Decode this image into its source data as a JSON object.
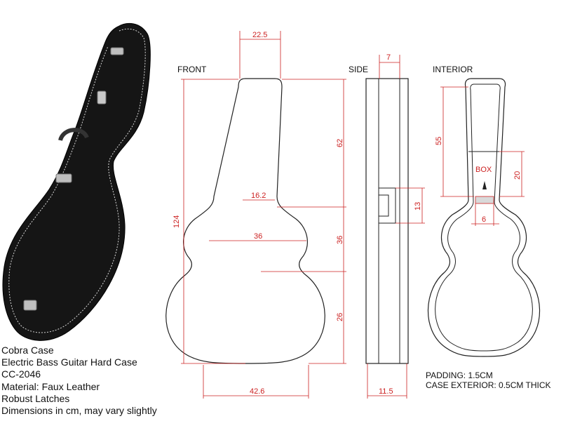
{
  "views": {
    "front": "FRONT",
    "side": "SIDE",
    "interior": "INTERIOR"
  },
  "dimensions": {
    "head_width": "22.5",
    "total_length": "124",
    "upper_neck": "62",
    "neck_width": "16.2",
    "upper_bout_width": "36",
    "upper_bout_height": "36",
    "lower_bout_height": "26",
    "body_width": "42.6",
    "depth_top": "7",
    "handle_height": "13",
    "depth_bottom": "11.5",
    "interior_neck": "55",
    "box_label": "BOX",
    "box_height": "20",
    "box_width": "6"
  },
  "product": {
    "lines": [
      "Cobra Case",
      "Electric Bass Guitar Hard Case",
      "CC-2046",
      "Material: Faux Leather",
      "Robust Latches",
      "Dimensions in cm, may vary slightly"
    ]
  },
  "notes": {
    "padding": "PADDING: 1.5CM",
    "exterior": "CASE EXTERIOR: 0.5CM THICK"
  },
  "colors": {
    "dimension": "#cc2222",
    "outline": "#222222",
    "case_body": "#151515",
    "stitching": "#d8d8d8"
  }
}
